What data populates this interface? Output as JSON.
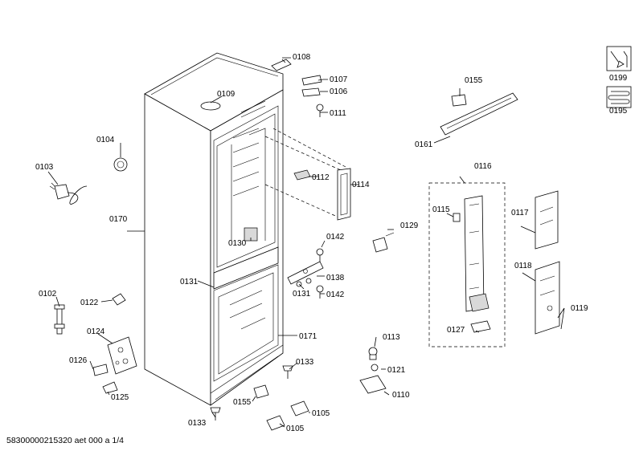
{
  "labels": {
    "p0108": "0108",
    "p0107": "0107",
    "p0106": "0106",
    "p0109": "0109",
    "p0111": "0111",
    "p0104": "0104",
    "p0103": "0103",
    "p0112": "0112",
    "p0114": "0114",
    "p0170": "0170",
    "p0130": "0130",
    "p0142a": "0142",
    "p0129": "0129",
    "p0138": "0138",
    "p0131a": "0131",
    "p0131b": "0131",
    "p0142b": "0142",
    "p0102": "0102",
    "p0122": "0122",
    "p0124": "0124",
    "p0171": "0171",
    "p0126": "0126",
    "p0125": "0125",
    "p0133a": "0133",
    "p0133b": "0133",
    "p0155a": "0155",
    "p0105a": "0105",
    "p0105b": "0105",
    "p0113": "0113",
    "p0121": "0121",
    "p0110": "0110",
    "p0155b": "0155",
    "p0161": "0161",
    "p0116": "0116",
    "p0115": "0115",
    "p0117": "0117",
    "p0118": "0118",
    "p0119": "0119",
    "p0127": "0127",
    "p0199": "0199",
    "p0195": "0195"
  },
  "footer": "58300000215320 aet 000 a 1/4"
}
